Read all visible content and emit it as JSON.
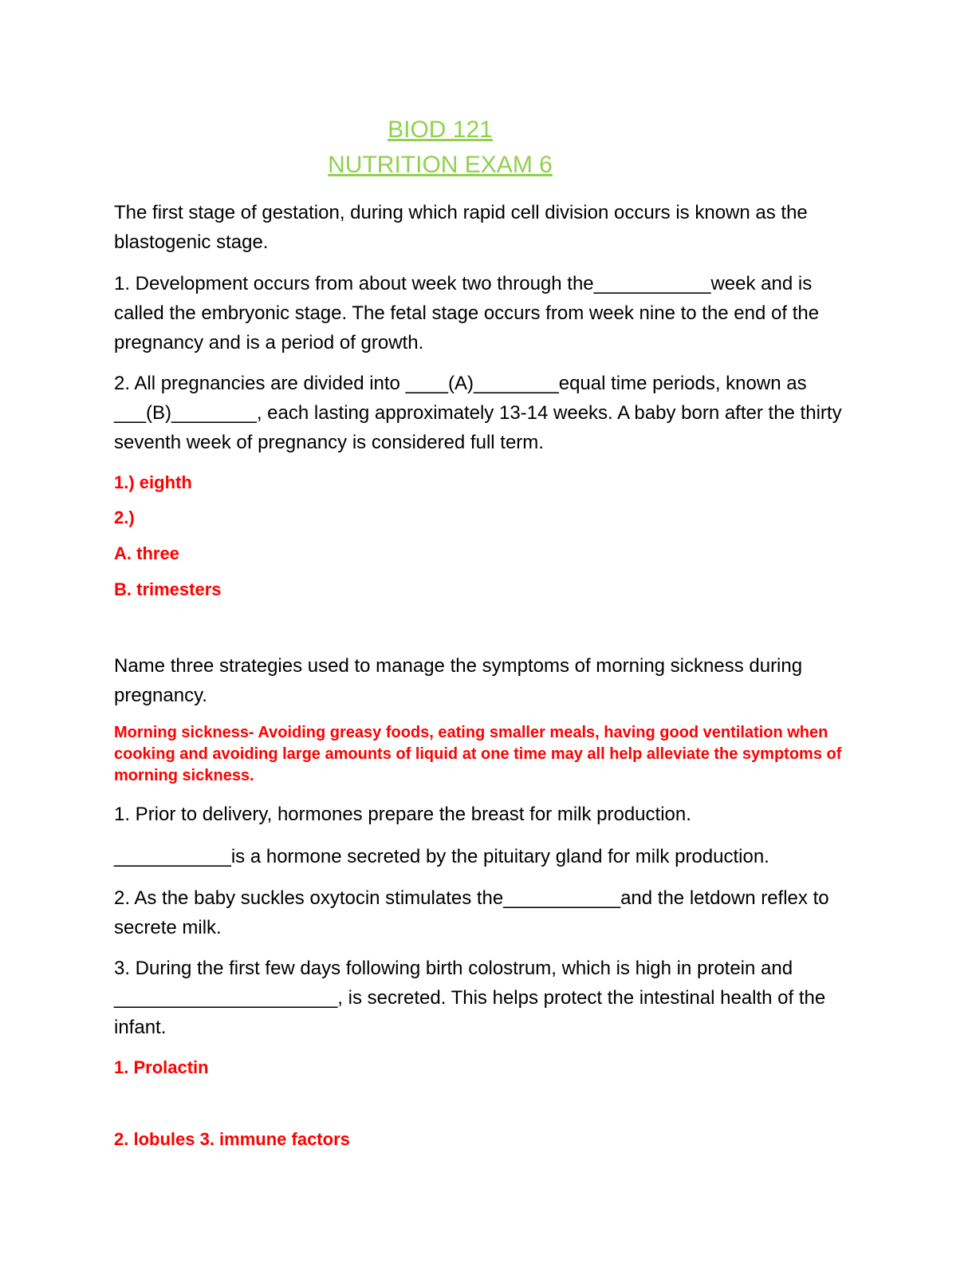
{
  "title": {
    "line1": "BIOD 121",
    "line2": "NUTRITION EXAM 6"
  },
  "intro": "The first stage of gestation, during which rapid cell division occurs is known as the blastogenic stage.",
  "q1": "1.  Development occurs from about week two through the___________week and is called the embryonic stage. The fetal stage occurs from week nine to the end of the pregnancy and is a period of growth.",
  "q2": "2.  All pregnancies are divided into ____(A)________equal time periods, known as ___(B)________, each lasting approximately 13-14 weeks. A baby born after the thirty seventh week of pregnancy is considered full term.",
  "a1": "1.)  eighth",
  "a2": "2.)",
  "a2a": "A. three",
  "a2b": "B. trimesters",
  "q3": "Name three strategies used to manage the symptoms of morning sickness during pregnancy.",
  "a3": "Morning sickness- Avoiding greasy foods, eating smaller meals, having good ventilation when cooking and avoiding large amounts of liquid at one time may all help alleviate the symptoms of morning sickness.",
  "q4": "1.  Prior to delivery, hormones prepare the breast for milk production.",
  "q4b": "___________is a hormone secreted by the pituitary gland for milk production.",
  "q5": "2.  As the baby suckles oxytocin stimulates the___________and the letdown reflex to secrete milk.",
  "q6": "3.  During the first few days following birth colostrum, which is high in protein and _____________________, is secreted. This helps protect the intestinal health of the infant.",
  "a4": "1.  Prolactin",
  "a5": "2.  lobules 3.  immune factors"
}
